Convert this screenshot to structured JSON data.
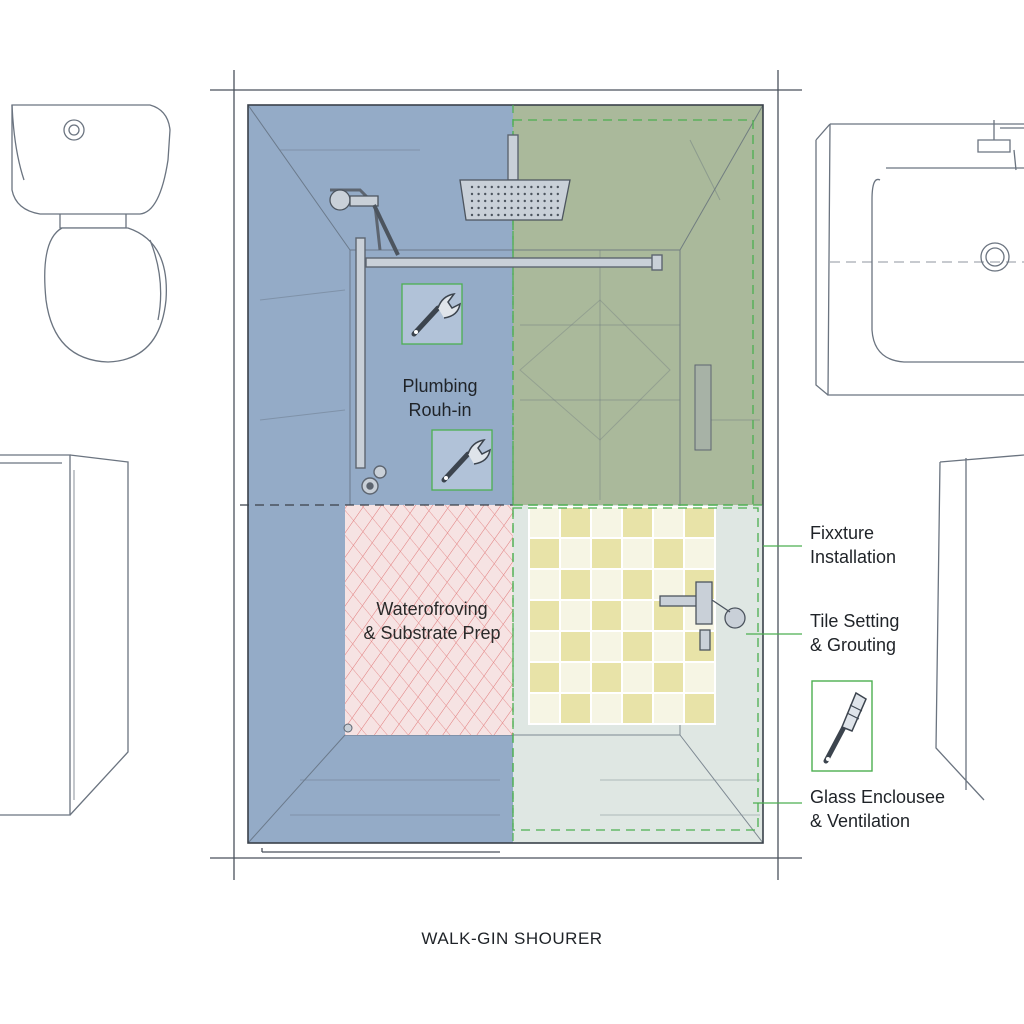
{
  "caption": "WALK-GIN SHOURER",
  "zones": {
    "plumbing": {
      "line1": "Plumbing",
      "line2": "Rouh-in"
    },
    "waterproofing": {
      "line1": "Waterofroving",
      "line2": "& Substrate Prep"
    }
  },
  "callouts": {
    "fixture": {
      "line1": "Fixxture",
      "line2": "Installation"
    },
    "tile": {
      "line1": "Tile Setting",
      "line2": "& Grouting"
    },
    "glass": {
      "line1": "Glass Enclousee",
      "line2": "& Ventilation"
    }
  },
  "icons": [
    "wrench-icon",
    "wrench-icon",
    "trowel-icon",
    "rain-showerhead-icon",
    "handheld-shower-icon",
    "valve-icon"
  ],
  "colors": {
    "plumbing_zone": "#8ea6c4",
    "fixture_zone": "#a5b596",
    "waterproofing_hatch": "#e07878",
    "tile_yellow": "#e8e3a8",
    "glass_zone": "#dde6e2",
    "callout_green": "#4caf50",
    "sketch_line": "#6b7480"
  }
}
